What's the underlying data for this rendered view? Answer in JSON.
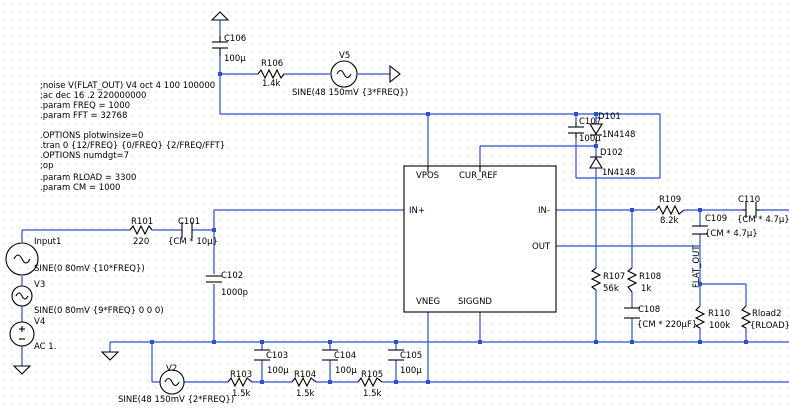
{
  "directives": [
    ";noise V(FLAT_OUT) V4 oct 4 100 100000",
    ";ac dec 16 .2 220000000",
    ".param FREQ = 1000",
    ".param FFT = 32768",
    "",
    ".OPTIONS plotwinsize=0",
    ".tran 0 {12/FREQ} {0/FREQ} {2/FREQ/FFT}",
    ".OPTIONS numdgt=7",
    ";op",
    "",
    ".param RLOAD = 3300",
    ".param CM = 1000"
  ],
  "components": {
    "C106": {
      "name": "C106",
      "value": "100µ"
    },
    "R106": {
      "name": "R106",
      "value": "1.4k"
    },
    "V5": {
      "name": "V5",
      "value": "SINE(48 150mV {3*FREQ})"
    },
    "R101": {
      "name": "R101",
      "value": "220"
    },
    "C101": {
      "name": "C101",
      "value": "{CM * 10µ}"
    },
    "C102": {
      "name": "C102",
      "value": "1000p"
    },
    "C107": {
      "name": "C107",
      "value": "100µ"
    },
    "D101": {
      "name": "D101",
      "value": "1N4148"
    },
    "D102": {
      "name": "D102",
      "value": "1N4148"
    },
    "R109": {
      "name": "R109",
      "value": "8.2k"
    },
    "C110": {
      "name": "C110",
      "value": "{CM * 4.7µ}"
    },
    "C109": {
      "name": "C109",
      "value": "{CM * 4.7µ}"
    },
    "R107": {
      "name": "R107",
      "value": "56k"
    },
    "R108": {
      "name": "R108",
      "value": "1k"
    },
    "C108": {
      "name": "C108",
      "value": "{CM * 220µF}"
    },
    "R110": {
      "name": "R110",
      "value": "100k"
    },
    "Rload2": {
      "name": "Rload2",
      "value": "{RLOAD}"
    },
    "Input1": {
      "name": "Input1",
      "value": "SINE(0 80mV {10*FREQ})"
    },
    "V3": {
      "name": "V3",
      "value": "SINE(0 80mV {9*FREQ} 0 0 0)"
    },
    "V4": {
      "name": "V4",
      "value": "AC 1."
    },
    "V2": {
      "name": "V2",
      "value": "SINE(48 150mV {2*FREQ})"
    },
    "R103": {
      "name": "R103",
      "value": "1.5k"
    },
    "R104": {
      "name": "R104",
      "value": "1.5k"
    },
    "R105": {
      "name": "R105",
      "value": "1.5k"
    },
    "C103": {
      "name": "C103",
      "value": "100µ"
    },
    "C104": {
      "name": "C104",
      "value": "100µ"
    },
    "C105": {
      "name": "C105",
      "value": "100µ"
    }
  },
  "chip_pins": {
    "vpos": "VPOS",
    "cur_ref": "CUR_REF",
    "in_plus": "IN+",
    "in_minus": "IN-",
    "out": "OUT",
    "vneg": "VNEG",
    "siggnd": "SIGGND"
  },
  "net_labels": {
    "flat_out": "FLAT_OUT"
  },
  "colors": {
    "wire": "#2a4fc8",
    "component": "#000000",
    "background": "#ffffff",
    "grid_dot": "#b8b8b8"
  }
}
